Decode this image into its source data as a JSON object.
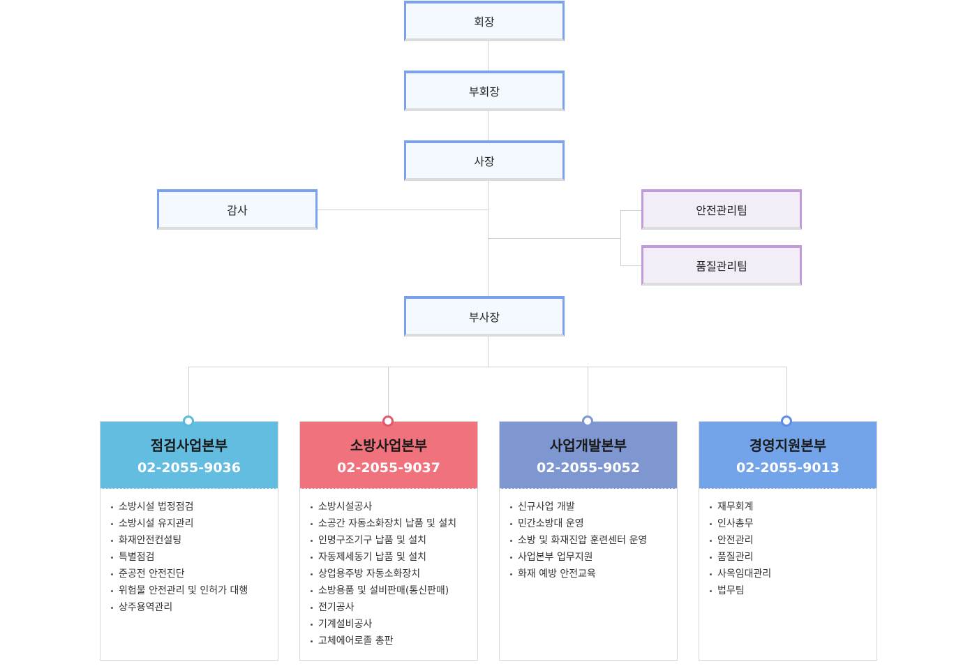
{
  "executives": {
    "chairman": "회장",
    "vice_chairman": "부회장",
    "president": "사장",
    "auditor": "감사",
    "vice_president": "부사장"
  },
  "teams": {
    "safety": "안전관리팀",
    "quality": "품질관리팀"
  },
  "divisions": [
    {
      "name": "점검사업본부",
      "phone": "02-2055-9036",
      "color": "#62bde0",
      "dot_color": "#5bbadb",
      "items": [
        "소방시설 법정점검",
        "소방시설 유지관리",
        "화재안전컨설팅",
        "특별점검",
        "준공전 안전진단",
        "위험물 안전관리 및 인허가 대행",
        "상주용역관리"
      ]
    },
    {
      "name": "소방사업본부",
      "phone": "02-2055-9037",
      "color": "#ef727c",
      "dot_color": "#e0586a",
      "items": [
        "소방시설공사",
        "소공간 자동소화장치 납품 및 설치",
        "인명구조기구 납품 및 설치",
        "자동제세동기 납품 및 설치",
        "상업용주방 자동소화장치",
        "소방용품 및 설비판매(통신판매)",
        "전기공사",
        "기계설비공사",
        "고체에어로졸 총판"
      ]
    },
    {
      "name": "사업개발본부",
      "phone": "02-2055-9052",
      "color": "#7f97d1",
      "dot_color": "#7f97d1",
      "items": [
        "신규사업 개발",
        "민간소방대 운영",
        "소방 및 화재진압 훈련센터 운영",
        "사업본부 업무지원",
        "화재 예방 안전교육"
      ]
    },
    {
      "name": "경영지원본부",
      "phone": "02-2055-9013",
      "color": "#73a4e9",
      "dot_color": "#5b8fe6",
      "items": [
        "재무회계",
        "인사총무",
        "안전관리",
        "품질관리",
        "사옥임대관리",
        "법무팀"
      ]
    }
  ]
}
